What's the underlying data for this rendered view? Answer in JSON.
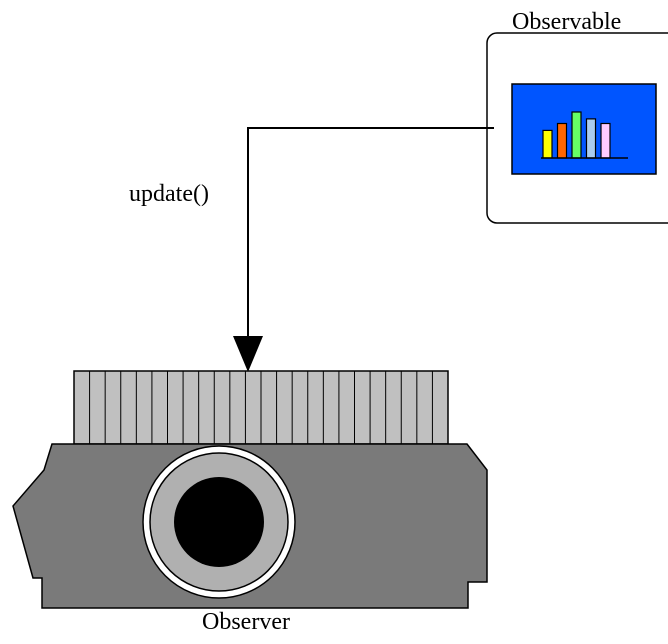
{
  "labels": {
    "observable": "Observable",
    "update": "update()",
    "observer": "Observer"
  },
  "icons": {
    "chart": "bar-chart-icon",
    "projector": "projector-icon",
    "arrow": "arrow-down-icon"
  },
  "colors": {
    "chart_bg": "#0055ff",
    "projector_body": "#7a7a7a",
    "projector_fins": "#c0c0c0",
    "lens_ring": "#b0b0b0",
    "lens": "#000000"
  },
  "chart_icon": {
    "bar_colors": [
      "#ffff00",
      "#ff6600",
      "#66ff66",
      "#aaccee",
      "#ffccff"
    ],
    "bar_levels": [
      0.6,
      0.75,
      1.0,
      0.85,
      0.75
    ]
  },
  "projector": {
    "fin_count": 24
  }
}
